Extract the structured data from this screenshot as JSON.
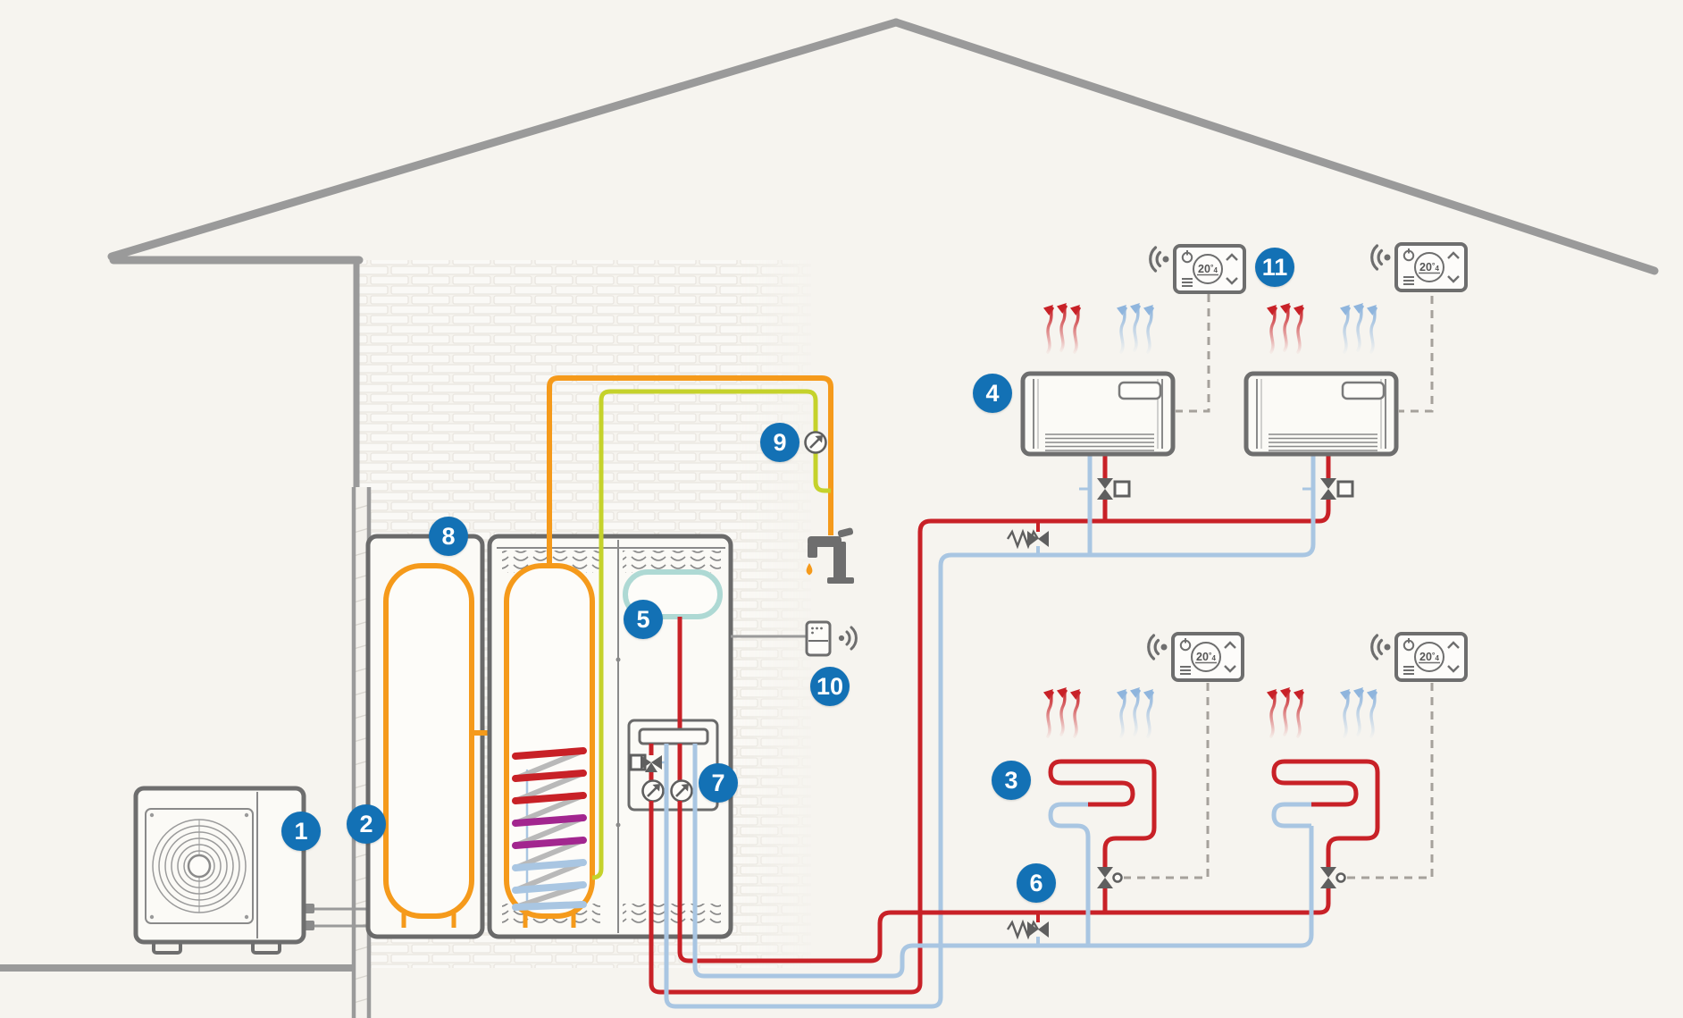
{
  "badges": [
    "1",
    "2",
    "3",
    "4",
    "5",
    "6",
    "7",
    "8",
    "9",
    "10",
    "11"
  ],
  "thermostat": {
    "temp": "20",
    "degree": "°",
    "decimal": "4"
  },
  "palette": {
    "background": "#f6f4ef",
    "structure_gray": "#9a9a9a",
    "outline_gray": "#6e6e6e",
    "badge_blue": "#1371b5",
    "heating_supply_red": "#c82127",
    "heating_return_blue": "#a9c6e2",
    "dhw_orange": "#f59a1b",
    "dhw_circulation_green": "#c5d22b",
    "coil_purple": "#a2268f",
    "expansion_vessel_teal": "#aed9d4",
    "brick_line": "#e8e5de",
    "dashed_control": "#a5a19b"
  }
}
